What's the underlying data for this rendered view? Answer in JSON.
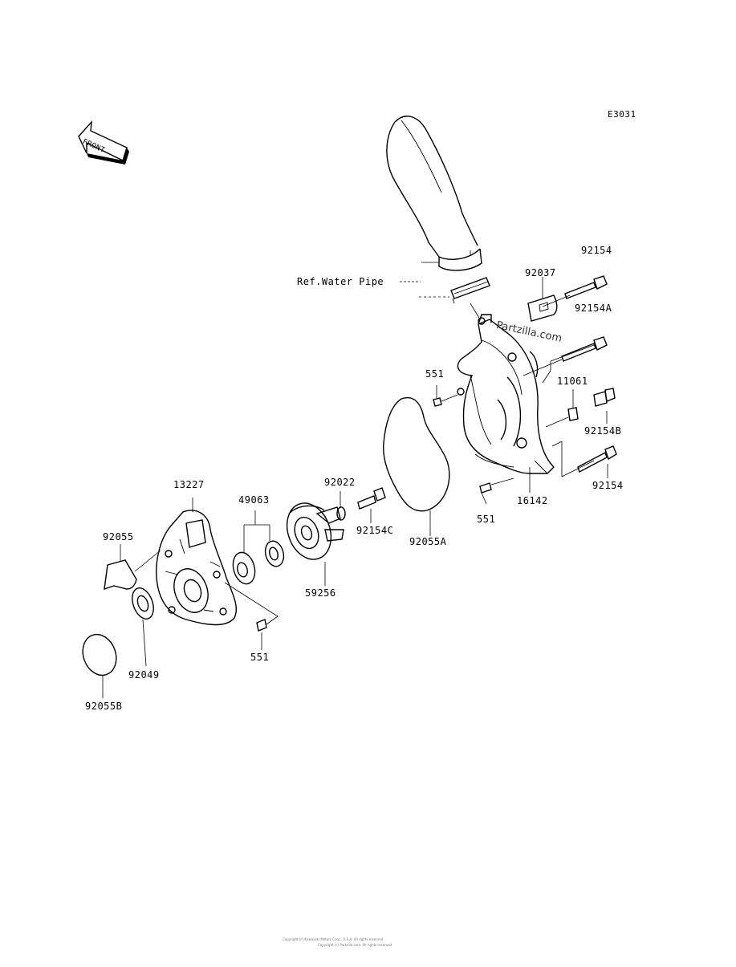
{
  "diagram_code": "E3031",
  "front_arrow_text": "FRONT",
  "reference_label": "Ref.Water Pipe",
  "watermark": "Partzilla.com",
  "footer_lines": [
    "Copyright (c) Kawasaki Motors Corp., U.S.A. All rights reserved",
    "Copyright (c) Partzilla.com. All rights reserved"
  ],
  "parts": [
    {
      "id": "p-92154-top",
      "number": "92154"
    },
    {
      "id": "p-92037",
      "number": "92037"
    },
    {
      "id": "p-92154A",
      "number": "92154A"
    },
    {
      "id": "p-551-upper",
      "number": "551"
    },
    {
      "id": "p-11061",
      "number": "11061"
    },
    {
      "id": "p-92154B",
      "number": "92154B"
    },
    {
      "id": "p-92154-lower",
      "number": "92154"
    },
    {
      "id": "p-16142",
      "number": "16142"
    },
    {
      "id": "p-551-right",
      "number": "551"
    },
    {
      "id": "p-13227",
      "number": "13227"
    },
    {
      "id": "p-49063",
      "number": "49063"
    },
    {
      "id": "p-92022",
      "number": "92022"
    },
    {
      "id": "p-92154C",
      "number": "92154C"
    },
    {
      "id": "p-92055A",
      "number": "92055A"
    },
    {
      "id": "p-92055",
      "number": "92055"
    },
    {
      "id": "p-59256",
      "number": "59256"
    },
    {
      "id": "p-551-lower",
      "number": "551"
    },
    {
      "id": "p-92049",
      "number": "92049"
    },
    {
      "id": "p-92055B",
      "number": "92055B"
    }
  ]
}
